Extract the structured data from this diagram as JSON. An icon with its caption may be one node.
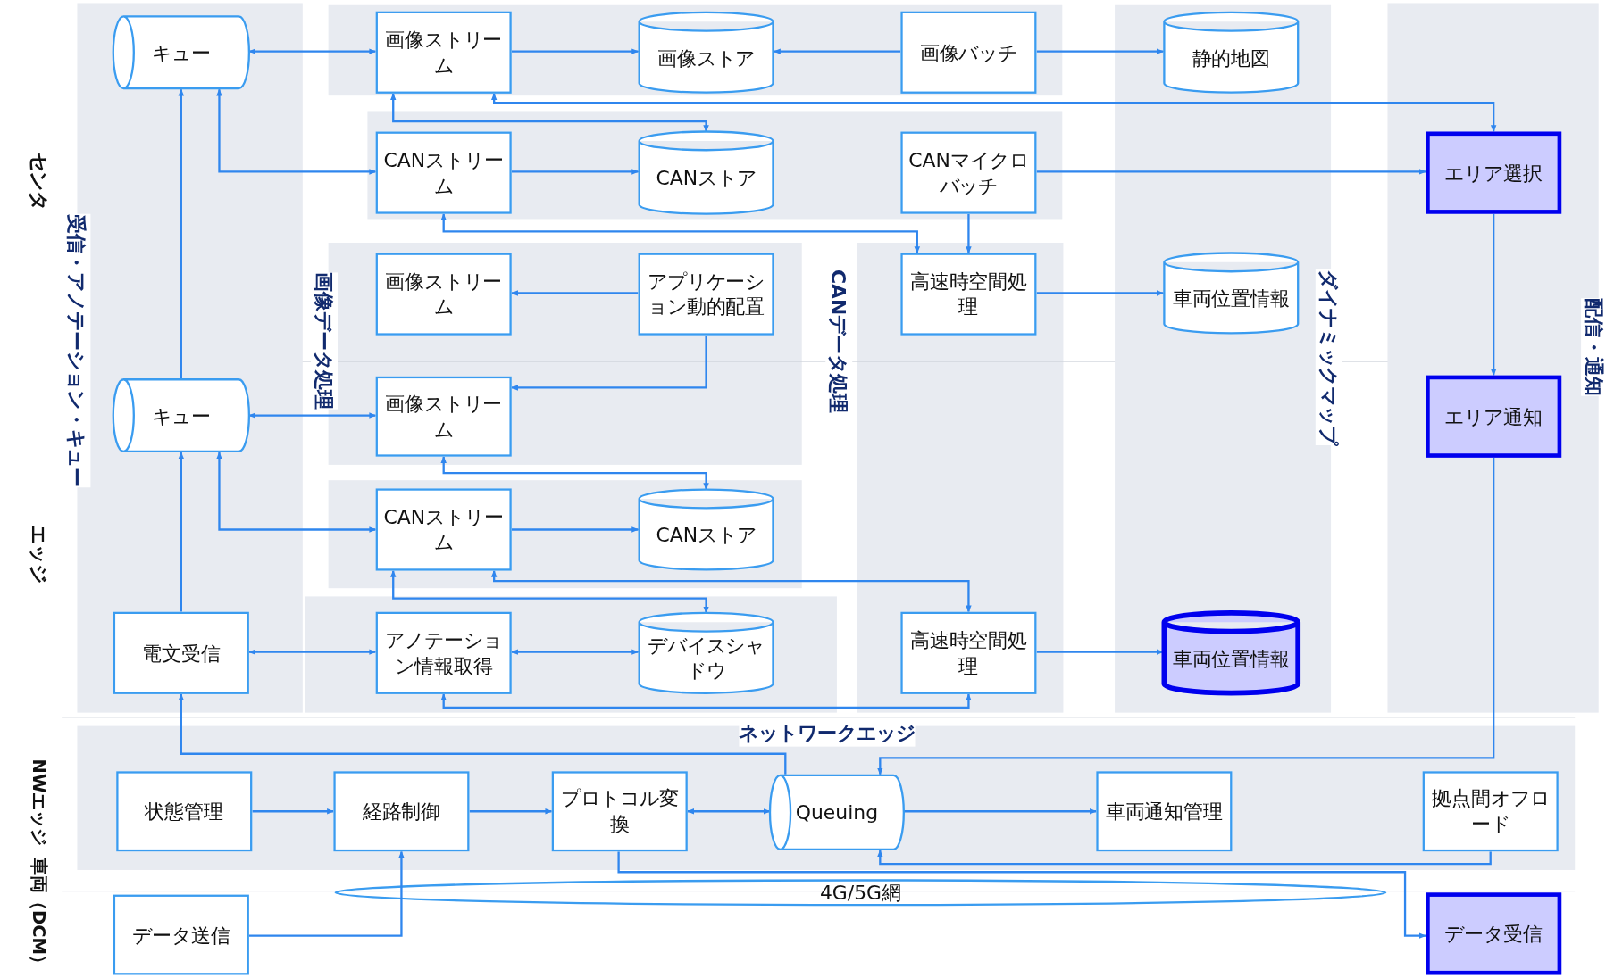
{
  "diagram": {
    "nodes": [
      {
        "text": [
          "受信・アノテーション・キュー"
        ]
      },
      {
        "text": [
          "キュー"
        ],
        "in": 0
      },
      {
        "text": [
          "画像ストリーム"
        ]
      },
      {
        "text": [
          "画像ストア"
        ]
      },
      {
        "text": [
          "画像バッチ"
        ]
      },
      {
        "text": [
          "CANストリーム"
        ]
      },
      {
        "text": [
          "CANストア"
        ]
      },
      {
        "text": [
          "CANマイクロバッチ"
        ]
      },
      {
        "text": [
          "ダイナミックマップ"
        ]
      },
      {
        "text": [
          "静的地図"
        ],
        "in": 8
      },
      {
        "text": [
          "高速時空間処理"
        ]
      },
      {
        "text": [
          "車両位置情報"
        ],
        "in": 8
      },
      {
        "text": [
          "配信・通知"
        ]
      },
      {
        "text": [
          "エリア選択"
        ],
        "in": 12
      },
      {
        "text": [
          "エリア通知"
        ],
        "in": 12
      },
      {
        "text": [
          "画像ストリーム"
        ]
      },
      {
        "text": [
          "アプリケーション動的配置"
        ]
      },
      {
        "text": [
          "キュー"
        ],
        "in": 0
      },
      {
        "text": [
          "画像ストリーム"
        ]
      },
      {
        "text": [
          "CANストリーム"
        ]
      },
      {
        "text": [
          "CANストア"
        ]
      },
      {
        "text": [
          "電文受信"
        ],
        "in": 0
      },
      {
        "text": [
          "アノテーション情報取得"
        ]
      },
      {
        "text": [
          "デバイスシャドウ"
        ]
      },
      {
        "text": [
          "高速時空間処理"
        ]
      },
      {
        "text": [
          "車両位置情報"
        ],
        "in": 8
      },
      {
        "text": [
          "ネットワークエッジ"
        ]
      },
      {
        "text": [
          "状態管理"
        ],
        "in": 26
      },
      {
        "text": [
          "経路制御"
        ],
        "in": 26
      },
      {
        "text": [
          "プロトコル変換"
        ],
        "in": 26
      },
      {
        "text": [
          "Queuing"
        ],
        "in": 26
      },
      {
        "text": [
          "車両通知管理"
        ],
        "in": 26
      },
      {
        "text": [
          "拠点間オフロード"
        ],
        "in": 26
      },
      {
        "text": [
          "4G/5G網"
        ]
      },
      {
        "text": [
          "データ送信"
        ]
      },
      {
        "text": [
          "データ受信"
        ]
      }
    ],
    "edges": [
      {
        "from": 1,
        "to": 2,
        "arrow": "both"
      },
      {
        "from": 2,
        "to": 3,
        "arrow": "to"
      },
      {
        "from": 4,
        "to": 3,
        "arrow": "to"
      },
      {
        "from": 4,
        "to": 9,
        "arrow": "to"
      },
      {
        "from": 2,
        "to": 13,
        "arrow": "both"
      },
      {
        "from": 2,
        "to": 6,
        "arrow": "both"
      },
      {
        "from": 1,
        "to": 5,
        "arrow": "both"
      },
      {
        "from": 5,
        "to": 6,
        "arrow": "to"
      },
      {
        "from": 5,
        "to": 10,
        "arrow": "both"
      },
      {
        "from": 7,
        "to": 10,
        "arrow": "to"
      },
      {
        "from": 7,
        "to": 13,
        "arrow": "to"
      },
      {
        "from": 10,
        "to": 11,
        "arrow": "to"
      },
      {
        "from": 13,
        "to": 14,
        "arrow": "to"
      },
      {
        "from": 16,
        "to": 15,
        "arrow": "to"
      },
      {
        "from": 16,
        "to": 18,
        "arrow": "to"
      },
      {
        "from": 17,
        "to": 1,
        "arrow": "to"
      },
      {
        "from": 17,
        "to": 18,
        "arrow": "both"
      },
      {
        "from": 18,
        "to": 20,
        "arrow": "both"
      },
      {
        "from": 17,
        "to": 19,
        "arrow": "both"
      },
      {
        "from": 19,
        "to": 20,
        "arrow": "to"
      },
      {
        "from": 19,
        "to": 23,
        "arrow": "both"
      },
      {
        "from": 19,
        "to": 24,
        "arrow": "both"
      },
      {
        "from": 21,
        "to": 17,
        "arrow": "to"
      },
      {
        "from": 21,
        "to": 22,
        "arrow": "both"
      },
      {
        "from": 22,
        "to": 23,
        "arrow": "both"
      },
      {
        "from": 22,
        "to": 24,
        "arrow": "both"
      },
      {
        "from": 24,
        "to": 25,
        "arrow": "to"
      },
      {
        "from": 30,
        "to": 21,
        "arrow": "to"
      },
      {
        "from": 14,
        "to": 30,
        "arrow": "to"
      },
      {
        "from": 27,
        "to": 28,
        "arrow": "to"
      },
      {
        "from": 28,
        "to": 29,
        "arrow": "to"
      },
      {
        "from": 29,
        "to": 30,
        "arrow": "both"
      },
      {
        "from": 30,
        "to": 31,
        "arrow": "to"
      },
      {
        "from": 32,
        "to": 30,
        "arrow": "to"
      },
      {
        "from": 34,
        "to": 28,
        "arrow": "to"
      },
      {
        "from": 29,
        "to": 35,
        "arrow": "to"
      }
    ],
    "labels": [
      "センタ",
      "画像データ処理",
      "CANデータ処理",
      "エッジ",
      "NWエッジ",
      "車両（DCM）"
    ]
  }
}
